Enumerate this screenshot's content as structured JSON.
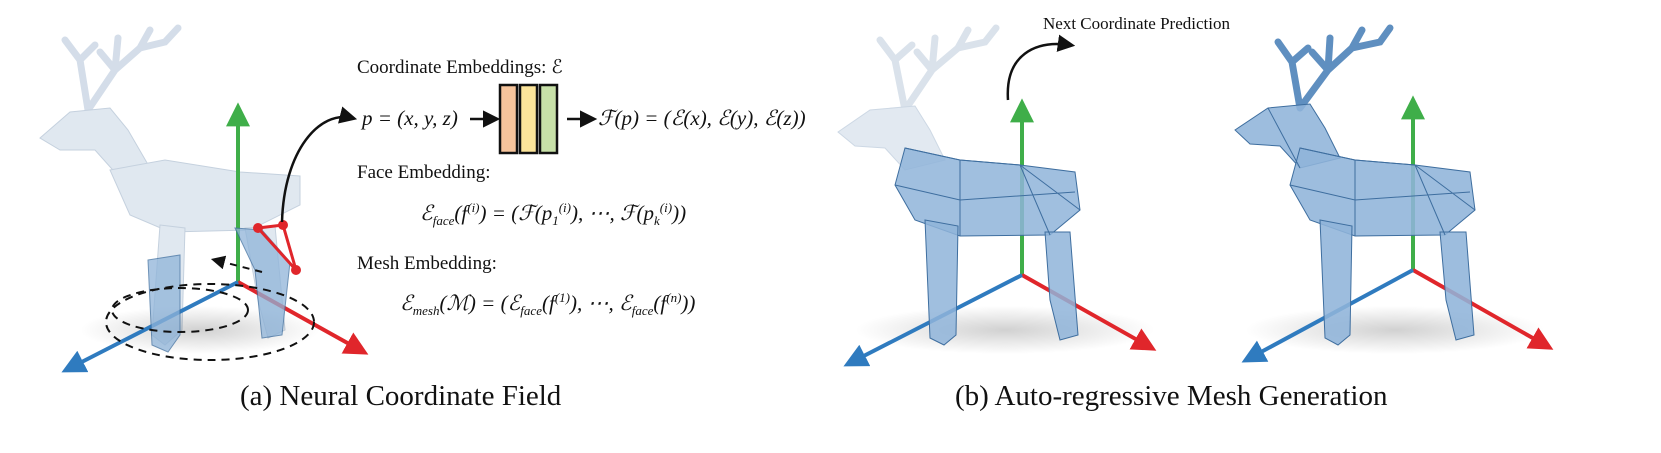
{
  "panel_a": {
    "caption": "(a) Neural Coordinate Field",
    "coord_heading": "Coordinate Embeddings: ℰ",
    "coord_input": "p = (x, y, z)",
    "coord_output": "ℱ(p) = (ℰ(x), ℰ(y), ℰ(z))",
    "face_heading": "Face Embedding:",
    "face_lhs": "ℰ",
    "face_lhs_sub": "face",
    "face_lhs_arg": "(f",
    "face_lhs_sup": "(i)",
    "face_rhs": ") = (ℱ(p",
    "face_p1_sub": "1",
    "face_p1_sup": "(i)",
    "face_mid": "), ⋯, ℱ(p",
    "face_pk_sub": "k",
    "face_pk_sup": "(i)",
    "face_end": "))",
    "mesh_heading": "Mesh Embedding:",
    "mesh_lhs": "ℰ",
    "mesh_lhs_sub": "mesh",
    "mesh_rhs1": "(ℳ) = (ℰ",
    "mesh_face_sub": "face",
    "mesh_rhs2": "(f",
    "mesh_sup1": "(1)",
    "mesh_rhs3": "), ⋯, ℰ",
    "mesh_face_sub2": "face",
    "mesh_rhs4": "(f",
    "mesh_supn": "(n)",
    "mesh_end": "))",
    "embedding_colors": [
      "#f6c49c",
      "#fbe49a",
      "#c7e0a8"
    ]
  },
  "panel_b": {
    "caption": "(b) Auto-regressive Mesh Generation",
    "prediction_label": "Next Coordinate Prediction"
  },
  "colors": {
    "axis_up": "#3fae49",
    "axis_right": "#e0262b",
    "axis_left": "#2f7bbf",
    "mesh_fill": "#8fb4d9",
    "mesh_ghost": "#dfe7f0",
    "face_highlight": "#e0262b"
  }
}
